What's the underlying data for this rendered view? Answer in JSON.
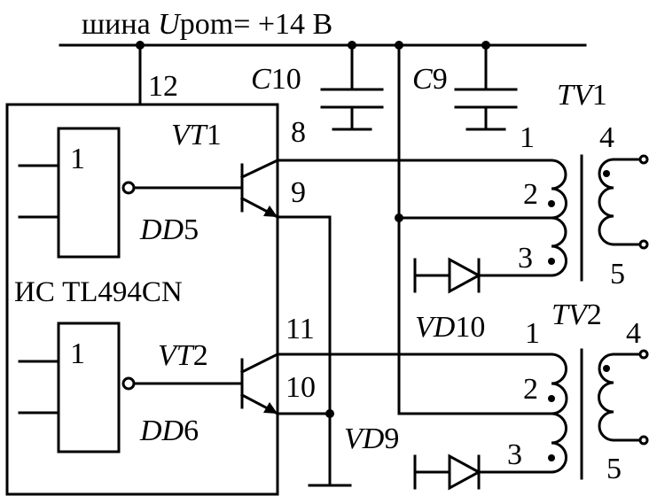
{
  "bus": {
    "prefix": "шина ",
    "sym": "U",
    "sub": "pom",
    "value": "= +14 В"
  },
  "chip": {
    "label": "ИС TL494CN"
  },
  "pins": {
    "p12": "12",
    "p8": "8",
    "p9": "9",
    "p11": "11",
    "p10": "10"
  },
  "components": {
    "c10": {
      "letter": "C",
      "num": "10"
    },
    "c9": {
      "letter": "C",
      "num": "9"
    },
    "vt1": {
      "letter": "VT",
      "num": "1"
    },
    "vt2": {
      "letter": "VT",
      "num": "2"
    },
    "dd5": {
      "letter": "DD",
      "num": "5"
    },
    "dd6": {
      "letter": "DD",
      "num": "6"
    },
    "vd10": {
      "letter": "VD",
      "num": "10"
    },
    "vd9": {
      "letter": "VD",
      "num": "9"
    },
    "tv1": {
      "letter": "TV",
      "num": "1"
    },
    "tv2": {
      "letter": "TV",
      "num": "2"
    }
  },
  "gates": {
    "dd5_sym": "1",
    "dd6_sym": "1"
  },
  "tv1_pins": {
    "p1": "1",
    "p2": "2",
    "p3": "3",
    "p4": "4",
    "p5": "5"
  },
  "tv2_pins": {
    "p1": "1",
    "p2": "2",
    "p3": "3",
    "p4": "4",
    "p5": "5"
  }
}
